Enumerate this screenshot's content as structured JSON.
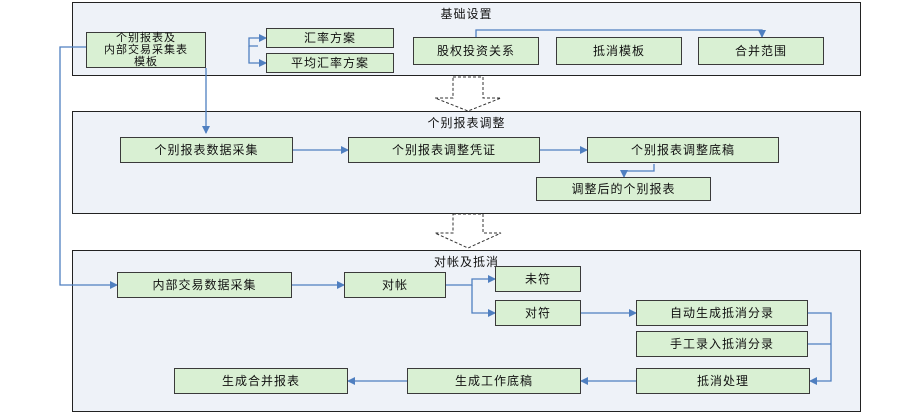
{
  "panels": {
    "basic": {
      "title": "基础设置"
    },
    "adjust": {
      "title": "个别报表调整"
    },
    "elim": {
      "title": "对帐及抵消"
    }
  },
  "nodes": {
    "template": "个别报表及\n内部交易采集表\n模板",
    "exchange_scheme": "汇率方案",
    "avg_exchange_scheme": "平均汇率方案",
    "equity_relation": "股权投资关系",
    "elim_template": "抵消模板",
    "consolidation_scope": "合并范围",
    "data_collection": "个别报表数据采集",
    "adjust_voucher": "个别报表调整凭证",
    "adjust_draft": "个别报表调整底稿",
    "adjusted_report": "调整后的个别报表",
    "internal_collection": "内部交易数据采集",
    "reconcile": "对帐",
    "mismatch": "未符",
    "match": "对符",
    "auto_elim": "自动生成抵消分录",
    "manual_elim": "手工录入抵消分录",
    "elim_process": "抵消处理",
    "work_draft": "生成工作底稿",
    "consolidated_report": "生成合并报表"
  },
  "colors": {
    "panel_fill": "#eef2f8",
    "node_fill": "#d9f0d3",
    "connector": "#4f7fc0"
  }
}
